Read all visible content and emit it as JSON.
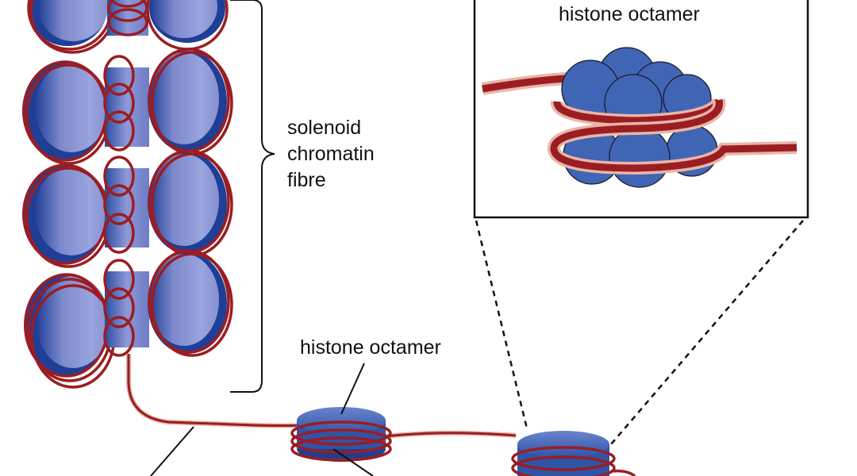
{
  "labels": {
    "inset_title": "histone octamer",
    "solenoid_line1": "solenoid",
    "solenoid_line2": "chromatin",
    "solenoid_line3": "fibre",
    "nucleosome_label": "histone octamer"
  },
  "colors": {
    "histone_blue": "#3f62b0",
    "histone_light": "#8f9ad6",
    "histone_dark": "#1f3f8f",
    "dna_red": "#9b1d22",
    "dna_outline": "#e7b6a8",
    "line": "#111111"
  }
}
